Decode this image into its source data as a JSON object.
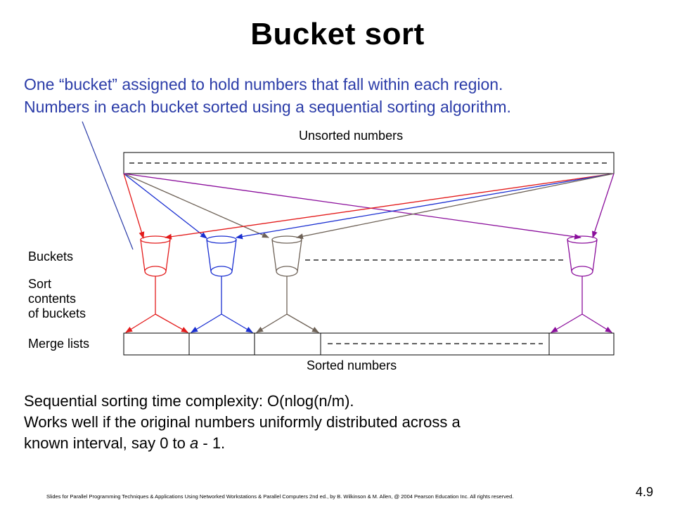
{
  "slide": {
    "title": "Bucket sort",
    "intro_lines": [
      "One “bucket” assigned to hold numbers that fall within each region.",
      "Numbers in each bucket sorted using a sequential sorting algorithm."
    ],
    "page_number": "4.9",
    "footer": "Slides for Parallel Programming Techniques & Applications Using Networked Workstations & Parallel Computers 2nd ed., by B. Wilkinson & M. Allen, @ 2004 Pearson Education Inc. All rights reserved."
  },
  "diagram": {
    "unsorted_label": "Unsorted numbers",
    "sorted_label": "Sorted numbers",
    "buckets_label": "Buckets",
    "sort_label_lines": [
      "Sort",
      "contents",
      "of buckets"
    ],
    "merge_label": "Merge lists",
    "bucket_colors": [
      "#e31b1b",
      "#1a2fd1",
      "#6e6257",
      "#8b0f9c"
    ],
    "callout_color": "#2b3ca8"
  },
  "bottom_text": {
    "line1": "Sequential sorting time complexity: O(nlog(n/m).",
    "line2": "Works well if the original numbers uniformly distributed across a",
    "line3_prefix": "known interval, say 0 to ",
    "line3_var": "a",
    "line3_suffix": " - 1."
  }
}
